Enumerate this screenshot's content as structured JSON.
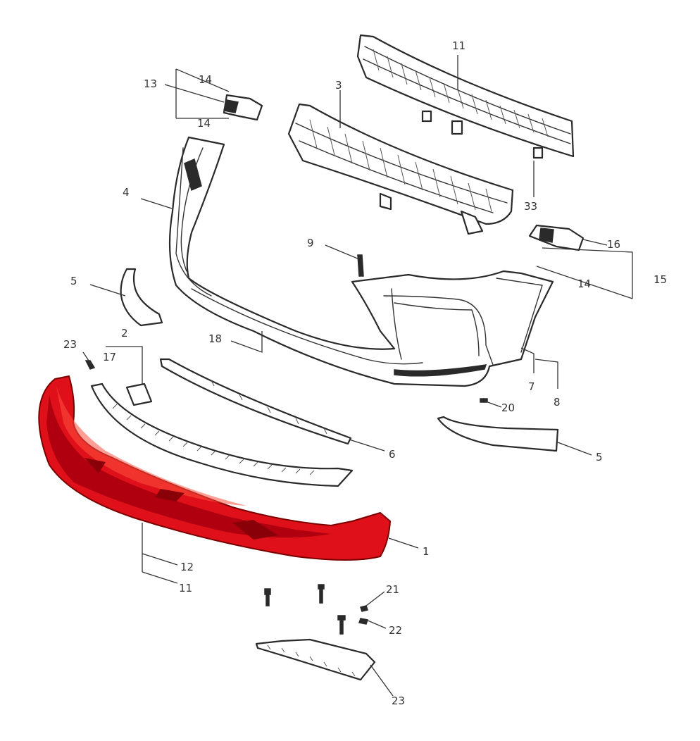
{
  "colors": {
    "highlight": "#e0101a",
    "highlight_dark": "#9a0008",
    "line": "#2a2a2a"
  },
  "callouts": [
    {
      "id": "c-reinforcement-top",
      "text": "11"
    },
    {
      "id": "c-absorber",
      "text": "3"
    },
    {
      "id": "c-bracket-left-a",
      "text": "13"
    },
    {
      "id": "c-bracket-left-b",
      "text": "14"
    },
    {
      "id": "c-bracket-left-c",
      "text": "14"
    },
    {
      "id": "c-bumper-cover",
      "text": "4"
    },
    {
      "id": "c-bolt-upper",
      "text": "9"
    },
    {
      "id": "c-clip-top-right",
      "text": "33"
    },
    {
      "id": "c-bracket-right-a",
      "text": "16"
    },
    {
      "id": "c-bracket-right-b",
      "text": "15"
    },
    {
      "id": "c-bracket-right-c",
      "text": "14"
    },
    {
      "id": "c-side-trim-left",
      "text": "5"
    },
    {
      "id": "c-bumper-lower-edge",
      "text": "18"
    },
    {
      "id": "c-clip-left",
      "text": "23"
    },
    {
      "id": "c-clip-left-2",
      "text": "2"
    },
    {
      "id": "c-clip-left-3",
      "text": "17"
    },
    {
      "id": "c-corner-right-a",
      "text": "7"
    },
    {
      "id": "c-corner-right-b",
      "text": "8"
    },
    {
      "id": "c-clip-small",
      "text": "20"
    },
    {
      "id": "c-moulding",
      "text": "6"
    },
    {
      "id": "c-side-trim-right",
      "text": "5"
    },
    {
      "id": "c-lower-spoiler",
      "text": "1"
    },
    {
      "id": "c-spoiler-a",
      "text": "12"
    },
    {
      "id": "c-spoiler-b",
      "text": "11"
    },
    {
      "id": "c-fastener-a",
      "text": "21"
    },
    {
      "id": "c-fastener-b",
      "text": "22"
    },
    {
      "id": "c-skid-plate",
      "text": "23"
    }
  ]
}
